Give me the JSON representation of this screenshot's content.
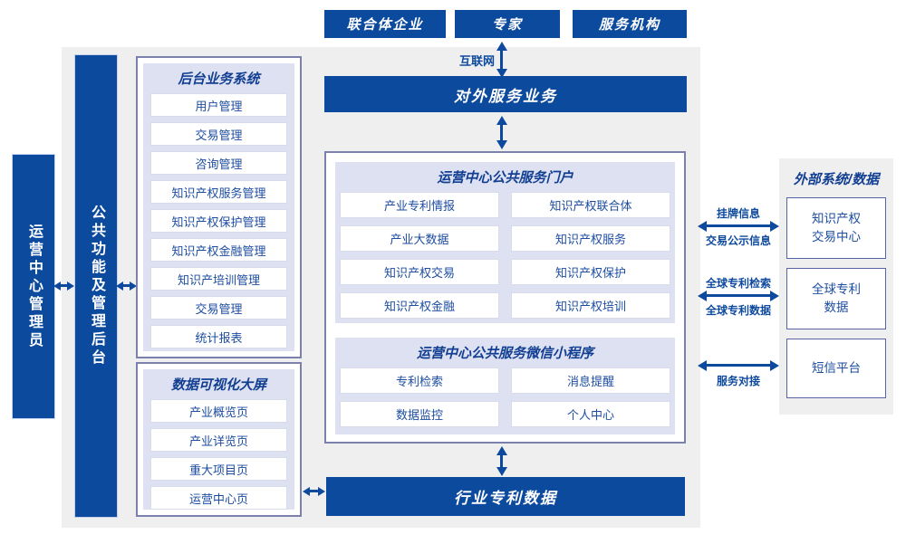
{
  "top_actors": [
    {
      "label": "联合体企业"
    },
    {
      "label": "专家"
    },
    {
      "label": "服务机构"
    }
  ],
  "internet_label": "互联网",
  "external_service_bar": "对外服务业务",
  "rails": {
    "operations_admin": "运营中心管理员",
    "public_admin_backend": "公共功能及管理后台"
  },
  "backend_system": {
    "title": "后台业务系统",
    "items": [
      "用户管理",
      "交易管理",
      "咨询管理",
      "知识产权服务管理",
      "知识产权保护管理",
      "知识产权金融管理",
      "知识产培训管理",
      "交易管理",
      "统计报表"
    ]
  },
  "data_screen": {
    "title": "数据可视化大屏",
    "items": [
      "产业概览页",
      "产业详览页",
      "重大项目页",
      "运营中心页"
    ]
  },
  "portal": {
    "title": "运营中心公共服务门户",
    "items": [
      "产业专利情报",
      "知识产权联合体",
      "产业大数据",
      "知识产权服务",
      "知识产权交易",
      "知识产权保护",
      "知识产权金融",
      "知识产权培训"
    ]
  },
  "mini_program": {
    "title": "运营中心公共服务微信小程序",
    "items": [
      "专利检索",
      "消息提醒",
      "数据监控",
      "个人中心"
    ]
  },
  "industry_patent_bar": "行业专利数据",
  "external_panel": {
    "title": "外部系统/数据",
    "systems": [
      "知识产权\n交易中心",
      "全球专利\n数据",
      "短信平台"
    ]
  },
  "connectors": [
    {
      "top_label": "挂牌信息",
      "bottom_label": "交易公示信息"
    },
    {
      "top_label": "全球专利检索",
      "bottom_label": "全球专利数据"
    },
    {
      "bottom_label": "服务对接"
    }
  ],
  "colors": {
    "primary_blue": "#0c4a9e",
    "panel_gray": "#efefef",
    "section_lavender": "#dde1f1",
    "text_blue": "#1d4da0"
  }
}
